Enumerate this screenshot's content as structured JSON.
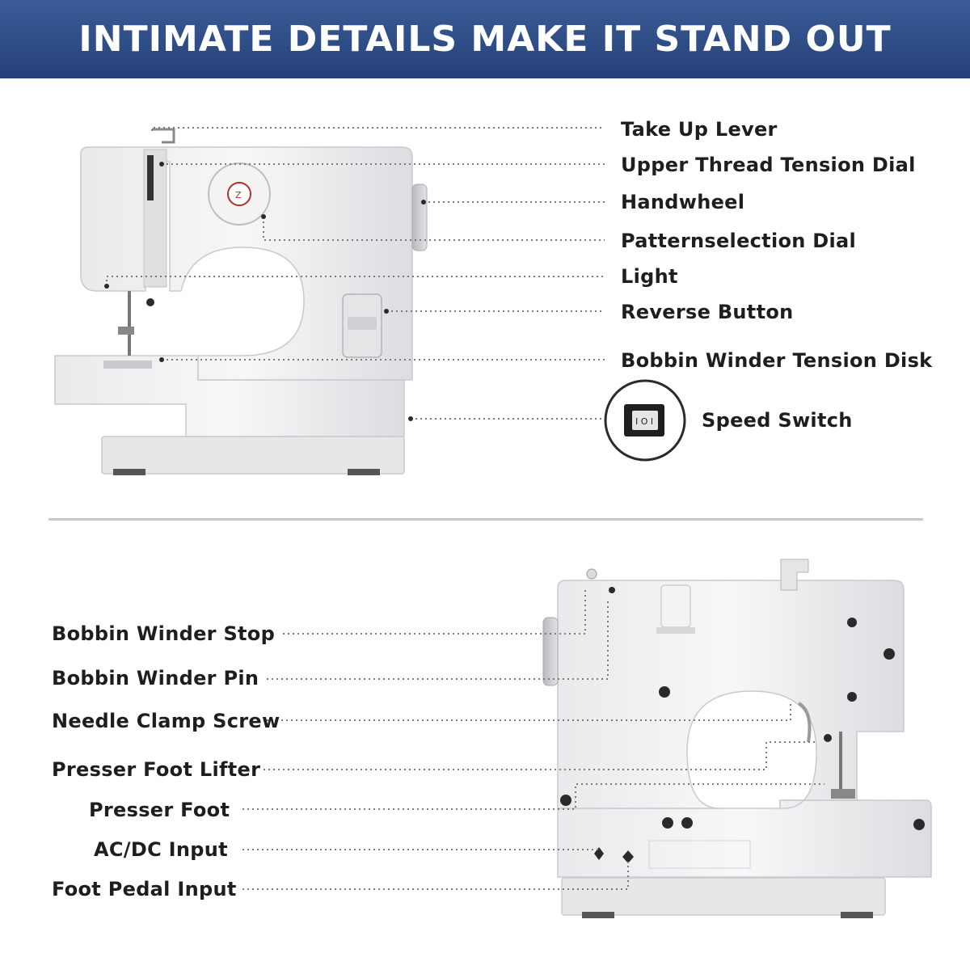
{
  "banner": {
    "title": "INTIMATE DETAILS MAKE IT STAND OUT",
    "color": "#2f4d86"
  },
  "front_labels": [
    "Take Up Lever",
    "Upper Thread Tension Dial",
    "Handwheel",
    "Patternselection Dial",
    "Light",
    "Reverse Button",
    "Bobbin Winder Tension Disk",
    "Speed Switch"
  ],
  "back_labels": [
    "Bobbin Winder Stop",
    "Bobbin Winder Pin",
    "Needle Clamp Screw",
    "Presser Foot Lifter",
    "Presser Foot",
    "AC/DC Input",
    "Foot Pedal Input"
  ],
  "switch_icon": {
    "name": "rocker-switch-icon",
    "text": "I O I"
  }
}
